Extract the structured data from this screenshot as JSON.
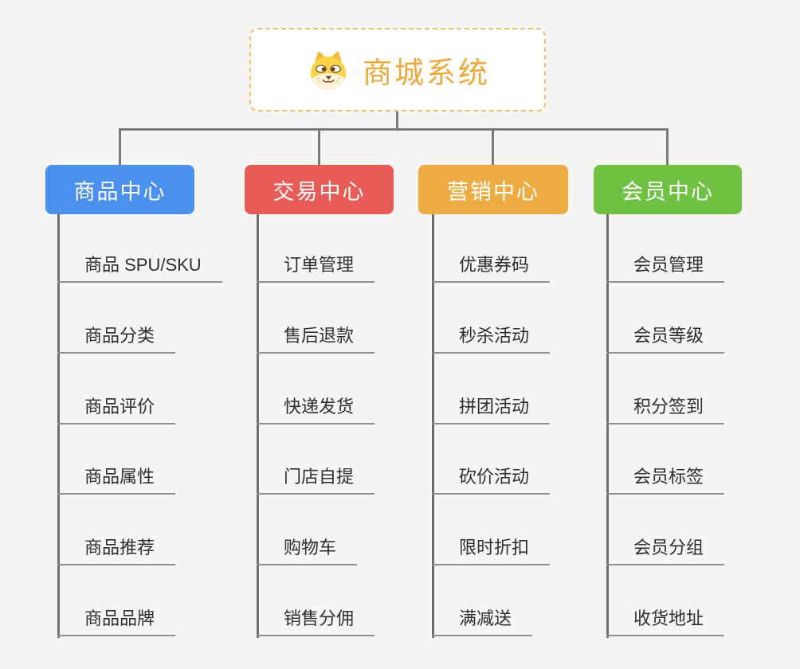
{
  "root": {
    "title": "商城系统",
    "icon": "shiba-dog-face",
    "text_color": "#f0a73b",
    "border_color": "#f0c070",
    "background": "#ffffff"
  },
  "canvas": {
    "background": "#f5f5f4",
    "connector_color": "#7a7a7a",
    "item_underline_color": "#8f8f8f",
    "item_text_color": "#2e2e2e"
  },
  "branches": [
    {
      "label": "商品中心",
      "color": "#4a90ee",
      "items": [
        "商品 SPU/SKU",
        "商品分类",
        "商品评价",
        "商品属性",
        "商品推荐",
        "商品品牌"
      ]
    },
    {
      "label": "交易中心",
      "color": "#e85c58",
      "items": [
        "订单管理",
        "售后退款",
        "快递发货",
        "门店自提",
        "购物车",
        "销售分佣"
      ]
    },
    {
      "label": "营销中心",
      "color": "#ecac42",
      "items": [
        "优惠券码",
        "秒杀活动",
        "拼团活动",
        "砍价活动",
        "限时折扣",
        "满减送"
      ]
    },
    {
      "label": "会员中心",
      "color": "#6fc143",
      "items": [
        "会员管理",
        "会员等级",
        "积分签到",
        "会员标签",
        "会员分组",
        "收货地址"
      ]
    }
  ]
}
